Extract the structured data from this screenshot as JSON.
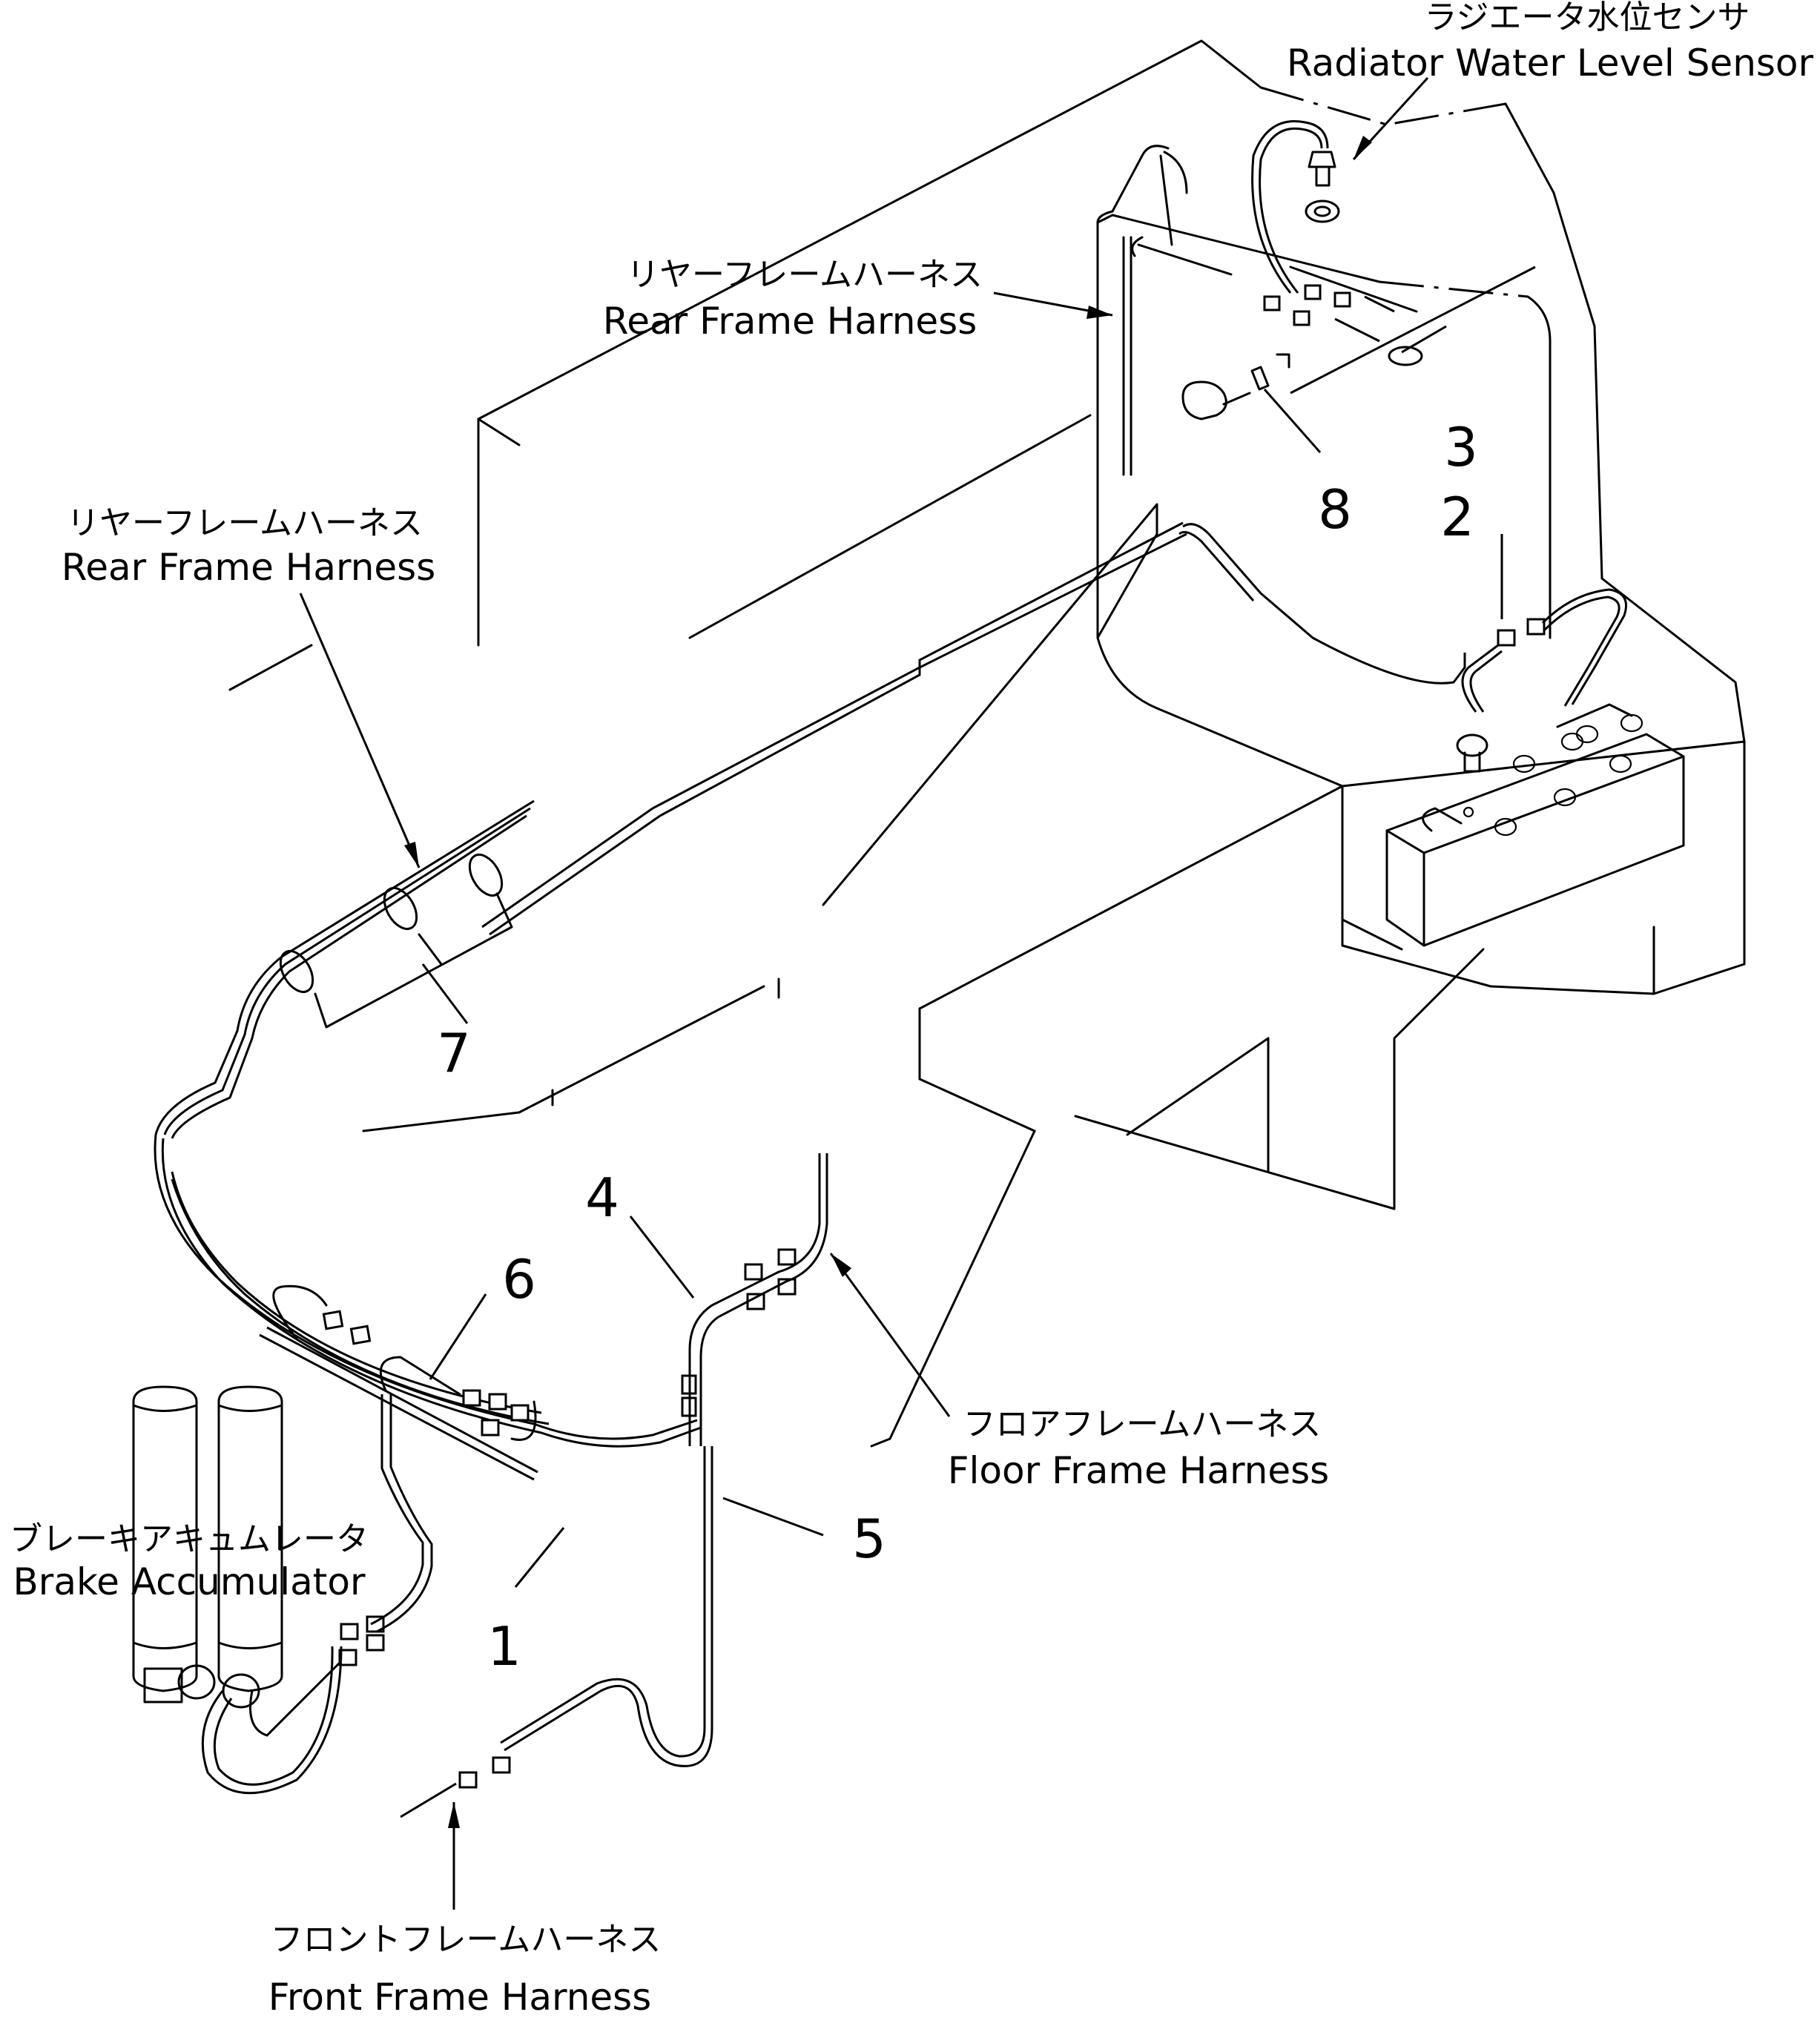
{
  "diagram": {
    "labels": {
      "radiator_sensor": {
        "jp": "ラジエータ水位センサ",
        "en": "Radiator Water Level Sensor"
      },
      "rear_harness_top": {
        "jp": "リヤーフレームハーネス",
        "en": "Rear Frame Harness"
      },
      "rear_harness_left": {
        "jp": "リヤーフレームハーネス",
        "en": "Rear Frame Harness"
      },
      "floor_harness": {
        "jp": "フロアフレームハーネス",
        "en": "Floor Frame Harness"
      },
      "brake_accumulator": {
        "jp": "ブレーキアキュムレータ",
        "en": "Brake Accumulator"
      },
      "front_harness": {
        "jp": "フロントフレームハーネス",
        "en": "Front Frame Harness"
      }
    },
    "callouts": [
      "1",
      "2",
      "3",
      "4",
      "5",
      "6",
      "7",
      "8"
    ]
  }
}
